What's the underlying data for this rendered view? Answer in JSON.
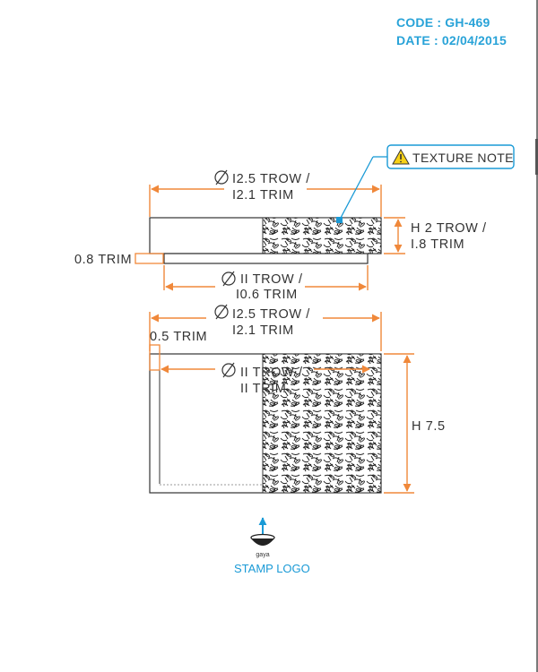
{
  "header": {
    "code_line": "CODE : GH-469",
    "date_line": "DATE : 02/04/2015"
  },
  "callout": {
    "texture_note": "TEXTURE NOTE",
    "warning_icon": "warning-triangle-icon"
  },
  "lid": {
    "outer_diameter_line1": "I2.5 TROW /",
    "outer_diameter_line2": "I2.1 TRIM",
    "height_line1": "H 2 TROW /",
    "height_line2": "I.8 TRIM",
    "lip_trim": "0.8 TRIM",
    "inner_diameter_line1": "II TROW /",
    "inner_diameter_line2": "I0.6 TRIM"
  },
  "base": {
    "outer_diameter_line1": "I2.5 TROW /",
    "outer_diameter_line2": "I2.1 TRIM",
    "wall_trim": "0.5 TRIM",
    "inner_diameter_line1": "II TROW /",
    "inner_diameter_line2": "II TRIM",
    "height": "H 7.5"
  },
  "stamp": {
    "logo_text": "gaya",
    "label": "STAMP LOGO"
  },
  "colors": {
    "dimension_orange": "#f0883a",
    "accent_blue": "#1a9ad6",
    "header_blue": "#29a3d8",
    "outline": "#333333"
  }
}
